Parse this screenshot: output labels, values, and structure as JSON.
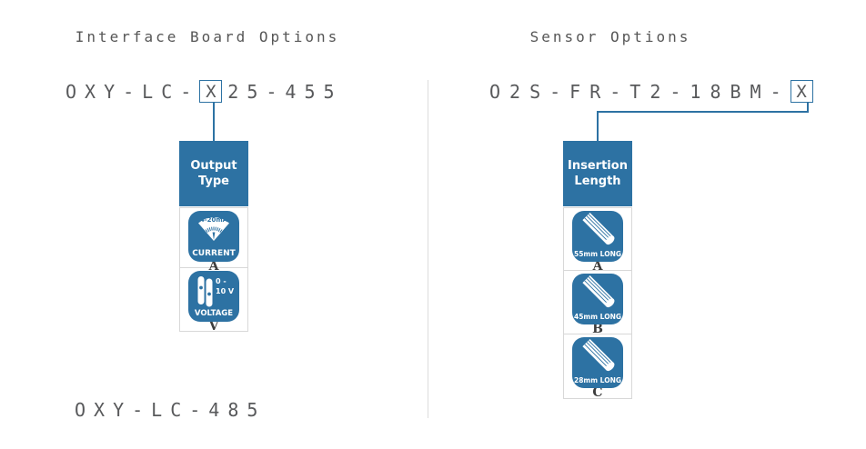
{
  "colors": {
    "accent_blue": "#2d72a3",
    "text_gray": "#58595b",
    "tile_border": "#d8d8d8",
    "code_label": "#3d3d3d"
  },
  "left": {
    "title": "Interface Board Options",
    "part_prefix": "OXY-LC-",
    "part_variable": "X",
    "part_suffix": "25-455",
    "category": {
      "line1": "Output",
      "line2": "Type"
    },
    "options": [
      {
        "code": "A",
        "label": "CURRENT",
        "range": "4-20mA"
      },
      {
        "code": "V",
        "label": "VOLTAGE",
        "range_line1": "0 -",
        "range_line2": "10 V"
      }
    ],
    "footer_part": "OXY-LC-485"
  },
  "right": {
    "title": "Sensor Options",
    "part_prefix": "O2S-FR-T2-18BM-",
    "part_variable": "X",
    "category": {
      "line1": "Insertion",
      "line2": "Length"
    },
    "options": [
      {
        "code": "A",
        "label": "55mm LONG"
      },
      {
        "code": "B",
        "label": "45mm LONG"
      },
      {
        "code": "C",
        "label": "28mm LONG"
      }
    ]
  }
}
